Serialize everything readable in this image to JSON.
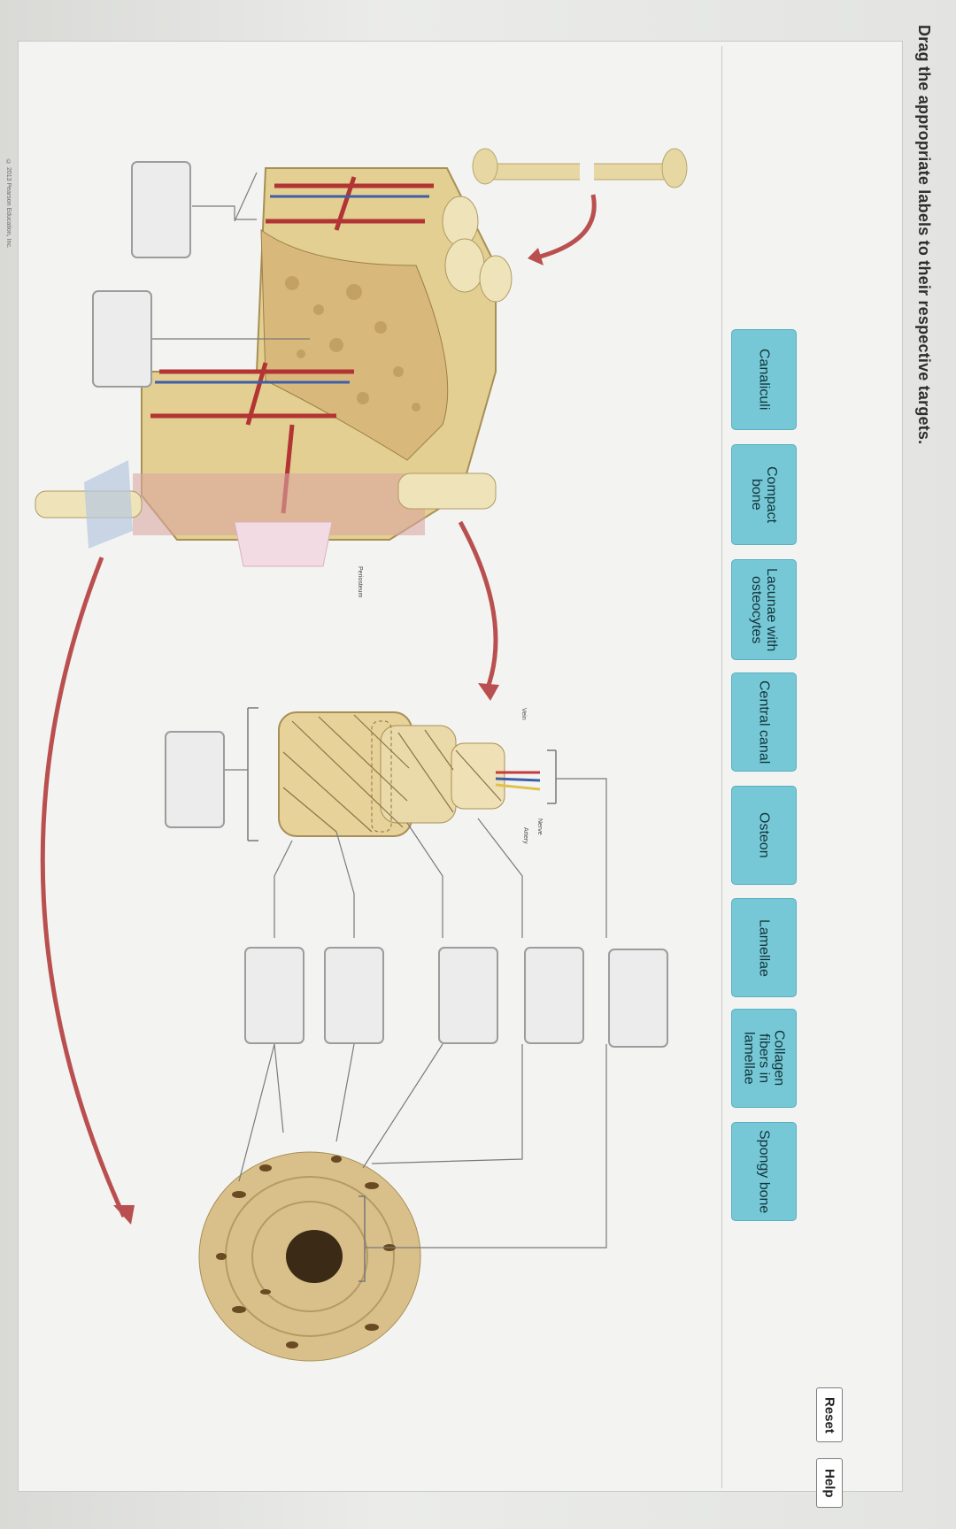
{
  "instruction": "Drag the appropriate labels to their respective targets.",
  "buttons": {
    "reset": "Reset",
    "help": "Help"
  },
  "labels": [
    "Canaliculi",
    "Compact bone",
    "Lacunae with osteocytes",
    "Central canal",
    "Osteon",
    "Lamellae",
    "Collagen fibers in lamellae",
    "Spongy bone"
  ],
  "diagram_labels": {
    "periosteum": "Periosteum",
    "vein": "Vein",
    "artery": "Artery",
    "nerve": "Nerve"
  },
  "copyright": "© 2013 Pearson Education, Inc."
}
